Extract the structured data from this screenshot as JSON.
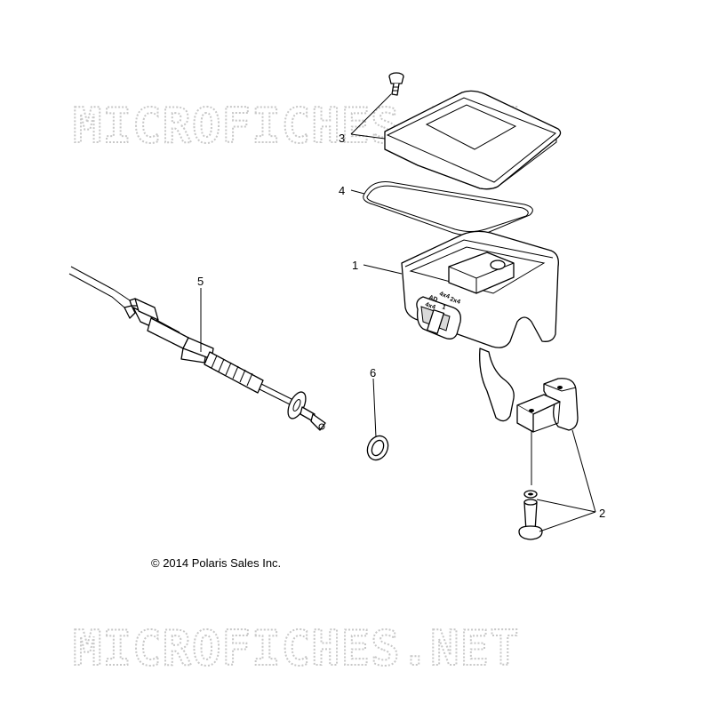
{
  "watermark": {
    "top_text": "MICROFICHES.NET",
    "bottom_text": "MICROFICHES.NET"
  },
  "copyright": "© 2014 Polaris Sales Inc.",
  "callouts": [
    "1",
    "2",
    "3",
    "4",
    "5",
    "6"
  ],
  "selector_labels": {
    "top": "4x4",
    "mid": "2x4",
    "left_a": "AD",
    "left_b": "4x4",
    "num": "1"
  }
}
